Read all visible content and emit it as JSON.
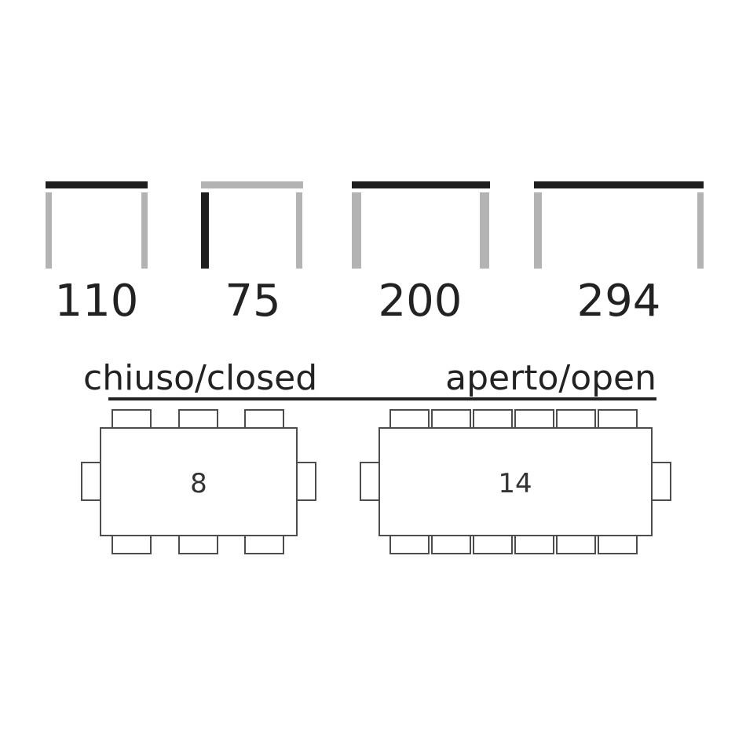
{
  "dimensions": [
    {
      "value": "110",
      "top": "dark",
      "legs": "light"
    },
    {
      "value": "75",
      "top": "light",
      "legs": "mixed"
    },
    {
      "value": "200",
      "top": "dark",
      "legs": "light"
    },
    {
      "value": "294",
      "top": "dark",
      "legs": "light"
    }
  ],
  "labels": {
    "closed": "chiuso/closed",
    "open": "aperto/open"
  },
  "tables": {
    "closed": {
      "seats": "8",
      "side_chairs": 3
    },
    "open": {
      "seats": "14",
      "side_chairs": 6
    }
  },
  "colors": {
    "dark": "#1e1e1e",
    "light": "#b3b3b3",
    "outline": "#4d4d4d"
  }
}
